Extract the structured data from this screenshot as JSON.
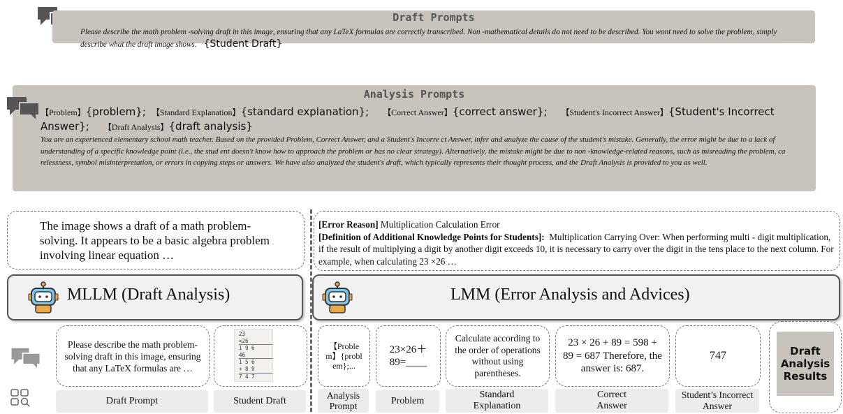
{
  "draft_prompts": {
    "title": "Draft Prompts",
    "text": "Please describe the math problem -solving draft in this image, ensuring that any LaTeX formulas are correctly transcribed. Non  -mathematical details do not need to be described. You wont need to solve the problem, simply describe what the draft image shows.",
    "placeholder": "{Student Draft}"
  },
  "analysis_prompts": {
    "title": "Analysis Prompts",
    "fields": [
      {
        "label": "【Problem】",
        "placeholder": "{problem};"
      },
      {
        "label": "【Standard Explanation】",
        "placeholder": "{standard explanation};"
      },
      {
        "label": "【Correct Answer】",
        "placeholder": "{correct answer};"
      },
      {
        "label": "【Student's Incorrect Answer】",
        "placeholder": "{Student's Incorrect Answer};"
      },
      {
        "label": "【Draft Analysis】",
        "placeholder": "{draft analysis}"
      }
    ],
    "text": "You are an experienced elementary school math teacher. Based on the provided Problem, Correct Answer, and a Student's Incorre  ct Answer, infer and analyze the cause of the student's mistake. Generally, the error might be due to a lack of understanding of a specific knowledge point (i.e., the stud  ent doesn't know how to approach the problem or has no clear strategy). Alternatively, the mistake might be due to non  -knowledge-related reasons, such as misreading the problem, ca relessness, symbol misinterpretation, or errors in copying steps or answers. We have also analyzed the student's draft, which typically represents their thought process, and   the Draft Analysis is provided to you as well."
  },
  "left_output": {
    "text": "The image shows a draft of a math problem-solving. It appears to be a basic algebra problem involving linear equation …"
  },
  "right_output": {
    "error_reason_label": "[Error Reason]",
    "error_reason": "Multiplication Calculation Error",
    "definition_label": "[Definition of Additional Knowledge Points for Students]:",
    "definition": "Multiplication Carrying Over: When performing multi - digit multiplication, if the result of multiplying a digit by another digit exceeds 10, it is necessary to carry over the digit in the tens place to the next column. For example, when calculating 23  ×26 …"
  },
  "models": {
    "left": "MLLM (Draft Analysis)",
    "right": "LMM (Error Analysis and Advices)"
  },
  "left_inputs": {
    "draft_prompt_text": "Please describe the math problem-solving draft in this image, ensuring that any LaTeX formulas are …",
    "draft_prompt_label": "Draft Prompt",
    "student_draft_label": "Student Draft",
    "draft_lines": [
      "23",
      "×26",
      "1 9 6",
      "46",
      "1 5 6",
      "+ 8 9",
      "7 4 7"
    ]
  },
  "right_inputs": {
    "analysis_prompt_text": "【Problem】{problem};...",
    "analysis_prompt_label": "Analysis Prompt",
    "problem_text": "23×26＋89=____",
    "problem_label": "Problem",
    "standard_text": "Calculate according to the order of operations without using parentheses.",
    "standard_label": "Standard Explanation",
    "correct_text": "23 × 26 + 89 = 598 + 89 = 687 Therefore, the answer is: 687.",
    "correct_label": "Correct Answer",
    "incorrect_text": "747",
    "incorrect_label": "Student’s Incorrect Answer",
    "draft_results_label": "Draft Analysis Results"
  },
  "icons": [
    "chat-bubbles-icon",
    "robot-icon",
    "grid-search-icon"
  ],
  "colors": {
    "prompt_bg": "#c9c3bd",
    "icon": "#555555",
    "results_bg": "#c9c3bd"
  }
}
